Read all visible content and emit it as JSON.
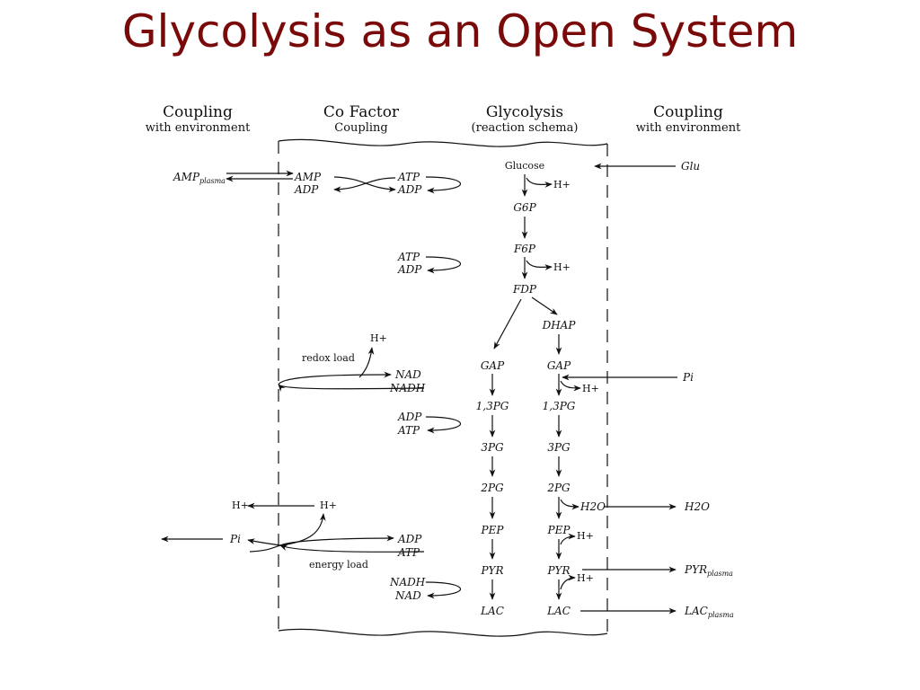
{
  "title": "Glycolysis as an Open System",
  "headers": {
    "coupling_left": "Coupling",
    "coupling_left_sub": "with environment",
    "cofactor": "Co Factor",
    "cofactor_sub": "Coupling",
    "glycolysis": "Glycolysis",
    "glycolysis_sub": "(reaction schema)",
    "coupling_right": "Coupling",
    "coupling_right_sub": "with environment"
  },
  "left": {
    "amp_plasma": "AMP",
    "amp_plasma_sub": "plasma",
    "h_out": "H+",
    "pi_out": "Pi"
  },
  "cofactor": {
    "amp": "AMP",
    "adp1": "ADP",
    "atp1": "ATP",
    "adp1b": "ADP",
    "atp2": "ATP",
    "adp2": "ADP",
    "h_redox": "H+",
    "redox_load": "redox  load",
    "nad": "NAD",
    "nadh": "NADH",
    "adp3": "ADP",
    "atp3": "ATP",
    "h_energy": "H+",
    "adp4": "ADP",
    "atp4": "ATP",
    "energy_load": "energy load",
    "nadh2": "NADH",
    "nad2": "NAD"
  },
  "pathway": {
    "glucose": "Glucose",
    "h1": "H+",
    "g6p": "G6P",
    "f6p": "F6P",
    "h2": "H+",
    "fdp": "FDP",
    "dhap": "DHAP",
    "left_chain": [
      "GAP",
      "1,3PG",
      "3PG",
      "2PG",
      "PEP",
      "PYR",
      "LAC"
    ],
    "right_chain": [
      "GAP",
      "1,3PG",
      "3PG",
      "2PG",
      "PEP",
      "PYR",
      "LAC"
    ],
    "h3": "H+",
    "h2o": "H2O",
    "h4": "H+",
    "h5": "H+"
  },
  "right": {
    "glu": "Glu",
    "pi": "Pi",
    "h2o": "H2O",
    "pyr": "PYR",
    "pyr_sub": "plasma",
    "lac": "LAC",
    "lac_sub": "plasma"
  }
}
